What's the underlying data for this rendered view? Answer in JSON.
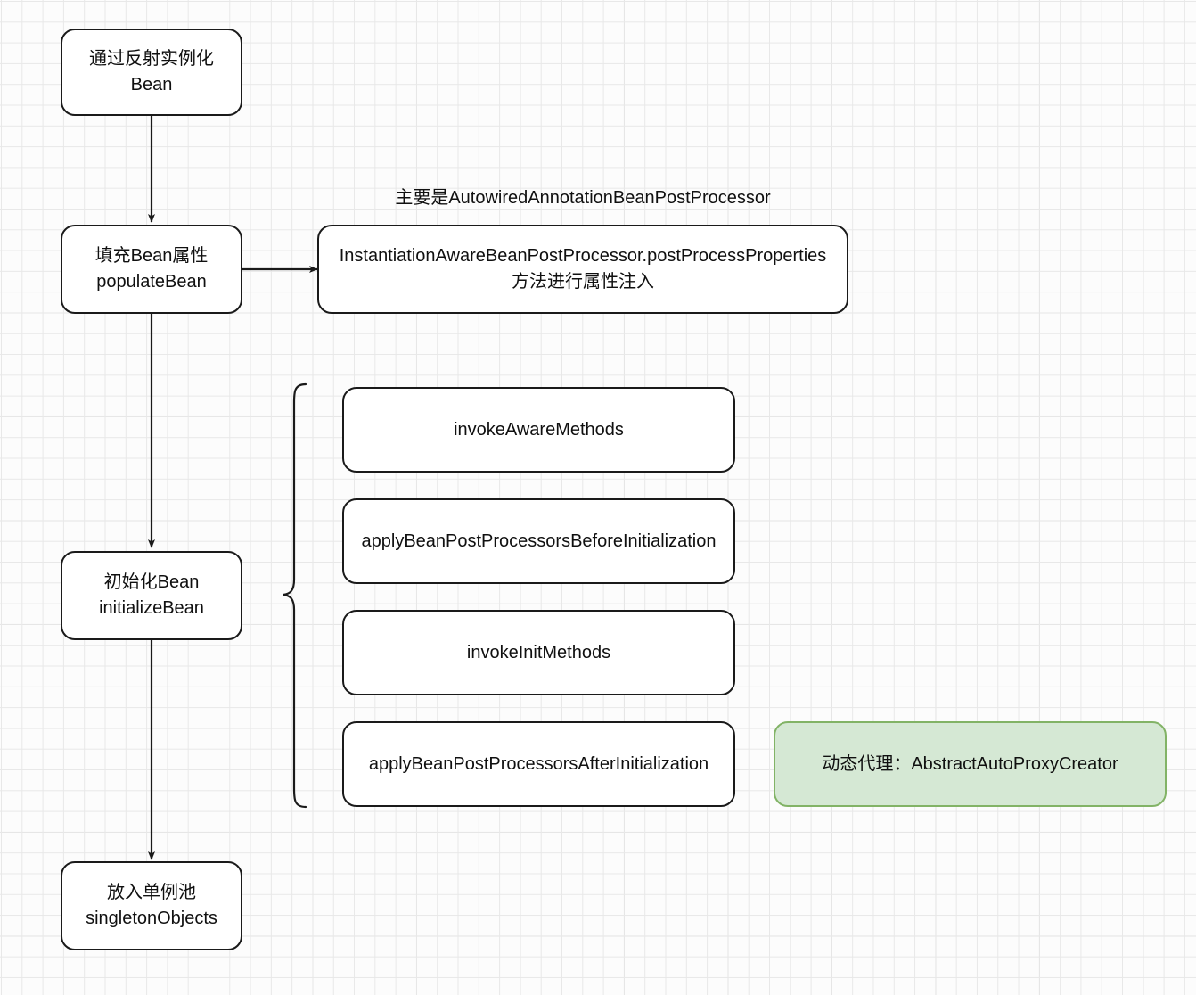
{
  "diagram": {
    "title": "Spring Bean lifecycle flowchart",
    "background": "#fcfcfc",
    "grid_color": "#e8e8e8",
    "stroke_color": "#1a1a1a",
    "green_fill": "#d5e8d4",
    "green_stroke": "#82b366"
  },
  "flow_nodes": {
    "instantiate": "通过反射实例化Bean",
    "populate": "填充Bean属性\npopulateBean",
    "initialize": "初始化Bean\ninitializeBean",
    "singleton_pool": "放入单例池\nsingletonObjects"
  },
  "populate_detail": {
    "caption": "主要是AutowiredAnnotationBeanPostProcessor",
    "box": "InstantiationAwareBeanPostProcessor.postProcessProperties\n方法进行属性注入"
  },
  "initialize_steps": [
    {
      "label": "invokeAwareMethods"
    },
    {
      "label": "applyBeanPostProcessorsBeforeInitialization"
    },
    {
      "label": "invokeInitMethods"
    },
    {
      "label": "applyBeanPostProcessorsAfterInitialization"
    }
  ],
  "annotation": {
    "proxy_note": "动态代理：AbstractAutoProxyCreator"
  }
}
